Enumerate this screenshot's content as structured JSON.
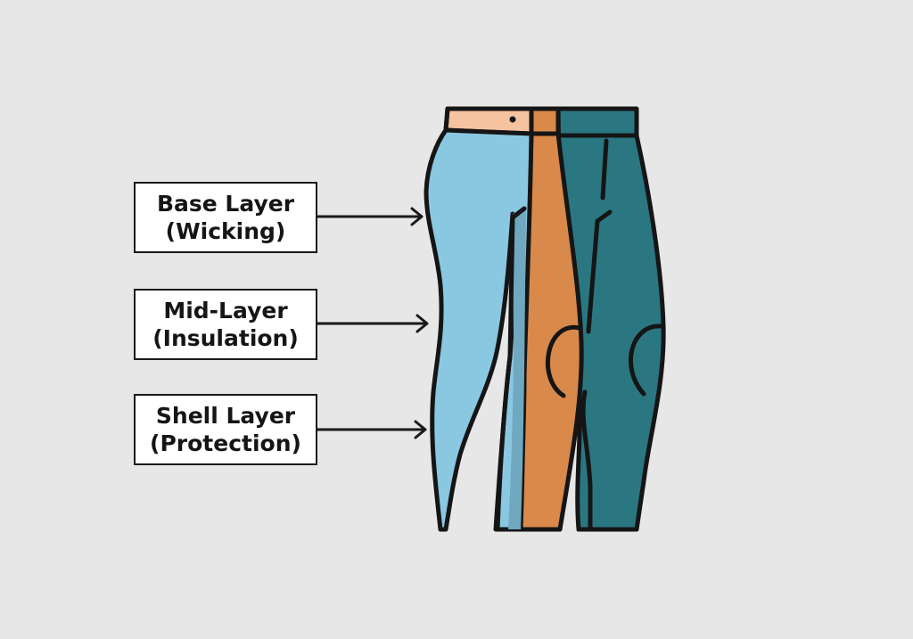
{
  "labels": {
    "base": {
      "line1": "Base Layer",
      "line2": "(Wicking)"
    },
    "mid": {
      "line1": "Mid-Layer",
      "line2": "(Insulation)"
    },
    "shell": {
      "line1": "Shell Layer",
      "line2": "(Protection)"
    }
  },
  "colors": {
    "background": "#e7e7e7",
    "base_layer": "#8ac8e2",
    "mid_layer": "#d98949",
    "shell_layer": "#2a7782",
    "skin": "#f6c3a0",
    "outline": "#151515",
    "label_fill": "#ffffff"
  }
}
